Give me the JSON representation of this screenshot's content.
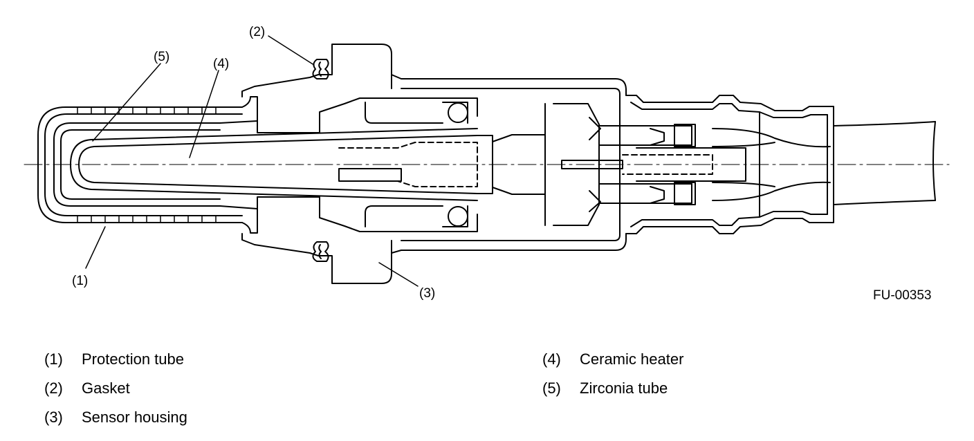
{
  "diagram": {
    "figure_id": "FU-00353",
    "callouts": [
      {
        "num": "(1)"
      },
      {
        "num": "(2)"
      },
      {
        "num": "(3)"
      },
      {
        "num": "(4)"
      },
      {
        "num": "(5)"
      }
    ]
  },
  "legend": [
    {
      "num": "(1)",
      "label": "Protection tube"
    },
    {
      "num": "(2)",
      "label": "Gasket"
    },
    {
      "num": "(3)",
      "label": "Sensor housing"
    },
    {
      "num": "(4)",
      "label": "Ceramic heater"
    },
    {
      "num": "(5)",
      "label": "Zirconia tube"
    }
  ]
}
